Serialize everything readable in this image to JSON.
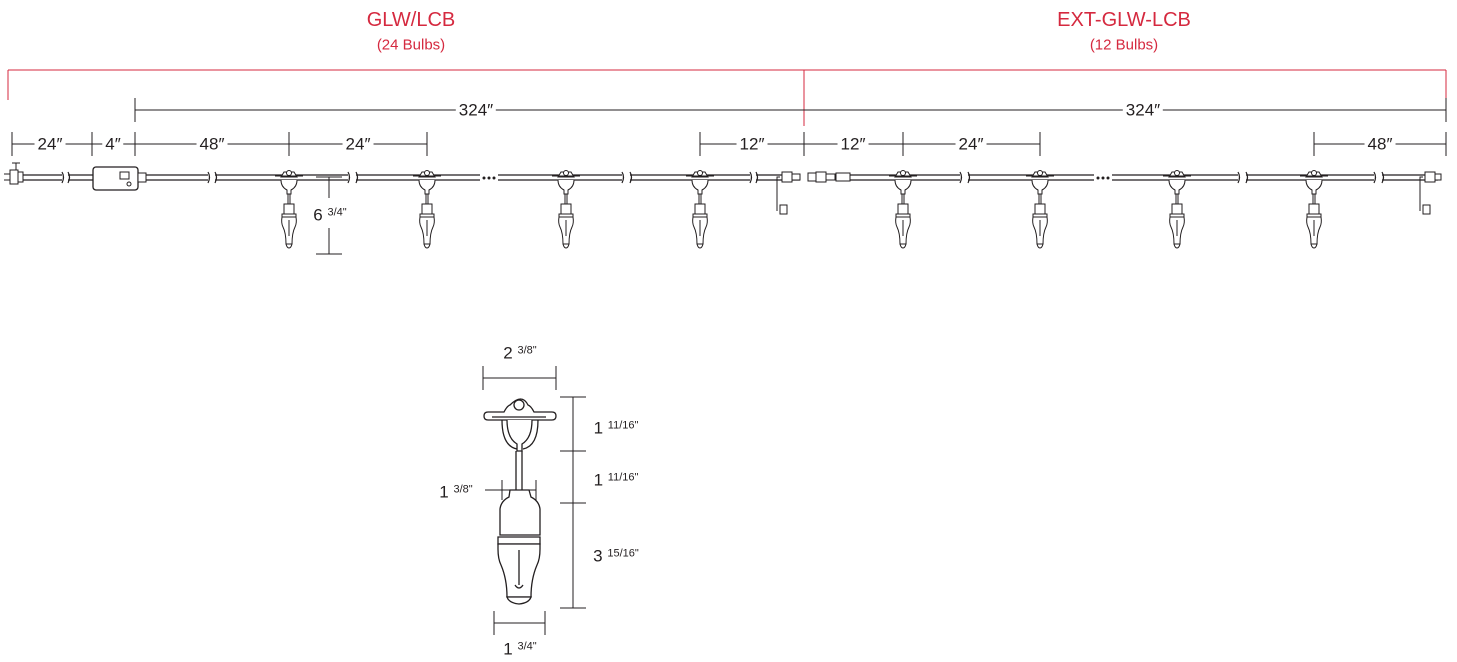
{
  "products": [
    {
      "model": "GLW/LCB",
      "bulbs": "(24 Bulbs)"
    },
    {
      "model": "EXT-GLW-LCB",
      "bulbs": "(12 Bulbs)"
    }
  ],
  "colors": {
    "accent": "#d5293f",
    "line": "#231f20"
  },
  "strand": {
    "length_main": "324″",
    "length_ext": "324″",
    "plug_lead": "24″",
    "controller_gap": "4″",
    "lead_to_first": "48″",
    "spacing_main": "24″",
    "end_main": "12″",
    "start_ext": "12″",
    "spacing_ext": "24″",
    "end_ext": "48″",
    "drop_whole": "6",
    "drop_frac": "3/4\""
  },
  "detail": {
    "top_width_whole": "2",
    "top_width_frac": "3/8\"",
    "socket_top_whole": "1",
    "socket_top_frac": "11/16\"",
    "cord_whole": "1",
    "cord_frac": "11/16\"",
    "bulb_whole": "3",
    "bulb_frac": "15/16\"",
    "socket_width_whole": "1",
    "socket_width_frac": "3/8\"",
    "bulb_width_whole": "1",
    "bulb_width_frac": "3/4\""
  }
}
